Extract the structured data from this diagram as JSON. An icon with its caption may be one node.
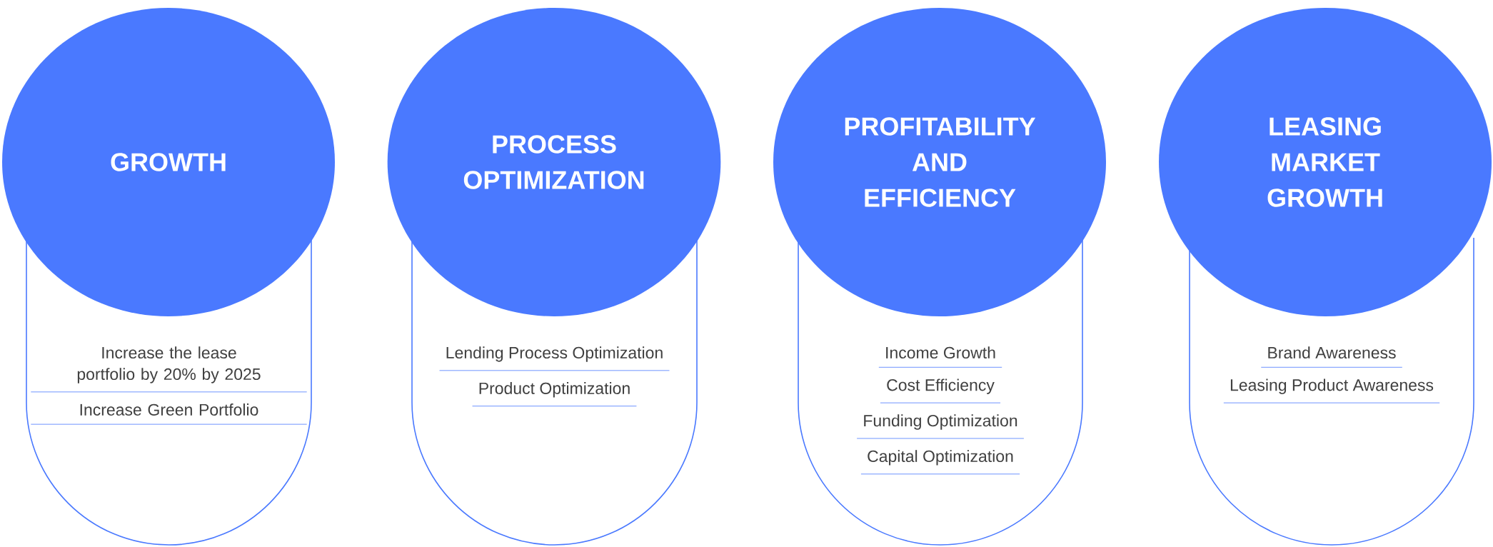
{
  "diagram": {
    "nodes": [
      {
        "text": [
          "GROWTH"
        ]
      },
      {
        "text": [
          "Increase the lease portfolio by 20% by 2025",
          "Increase Green Portfolio"
        ]
      },
      {
        "text": [
          "PROCESS OPTIMIZATION"
        ]
      },
      {
        "text": [
          "Lending Process Optimization",
          "Product Optimization"
        ]
      },
      {
        "text": [
          "PROFITABILITY AND EFFICIENCY"
        ]
      },
      {
        "text": [
          "Income Growth",
          "Cost Efficiency",
          "Funding Optimization",
          "Capital Optimization"
        ]
      },
      {
        "text": [
          "LEASING MARKET GROWTH"
        ]
      },
      {
        "text": [
          "Brand Awareness",
          "Leasing Product Awareness"
        ]
      }
    ]
  }
}
